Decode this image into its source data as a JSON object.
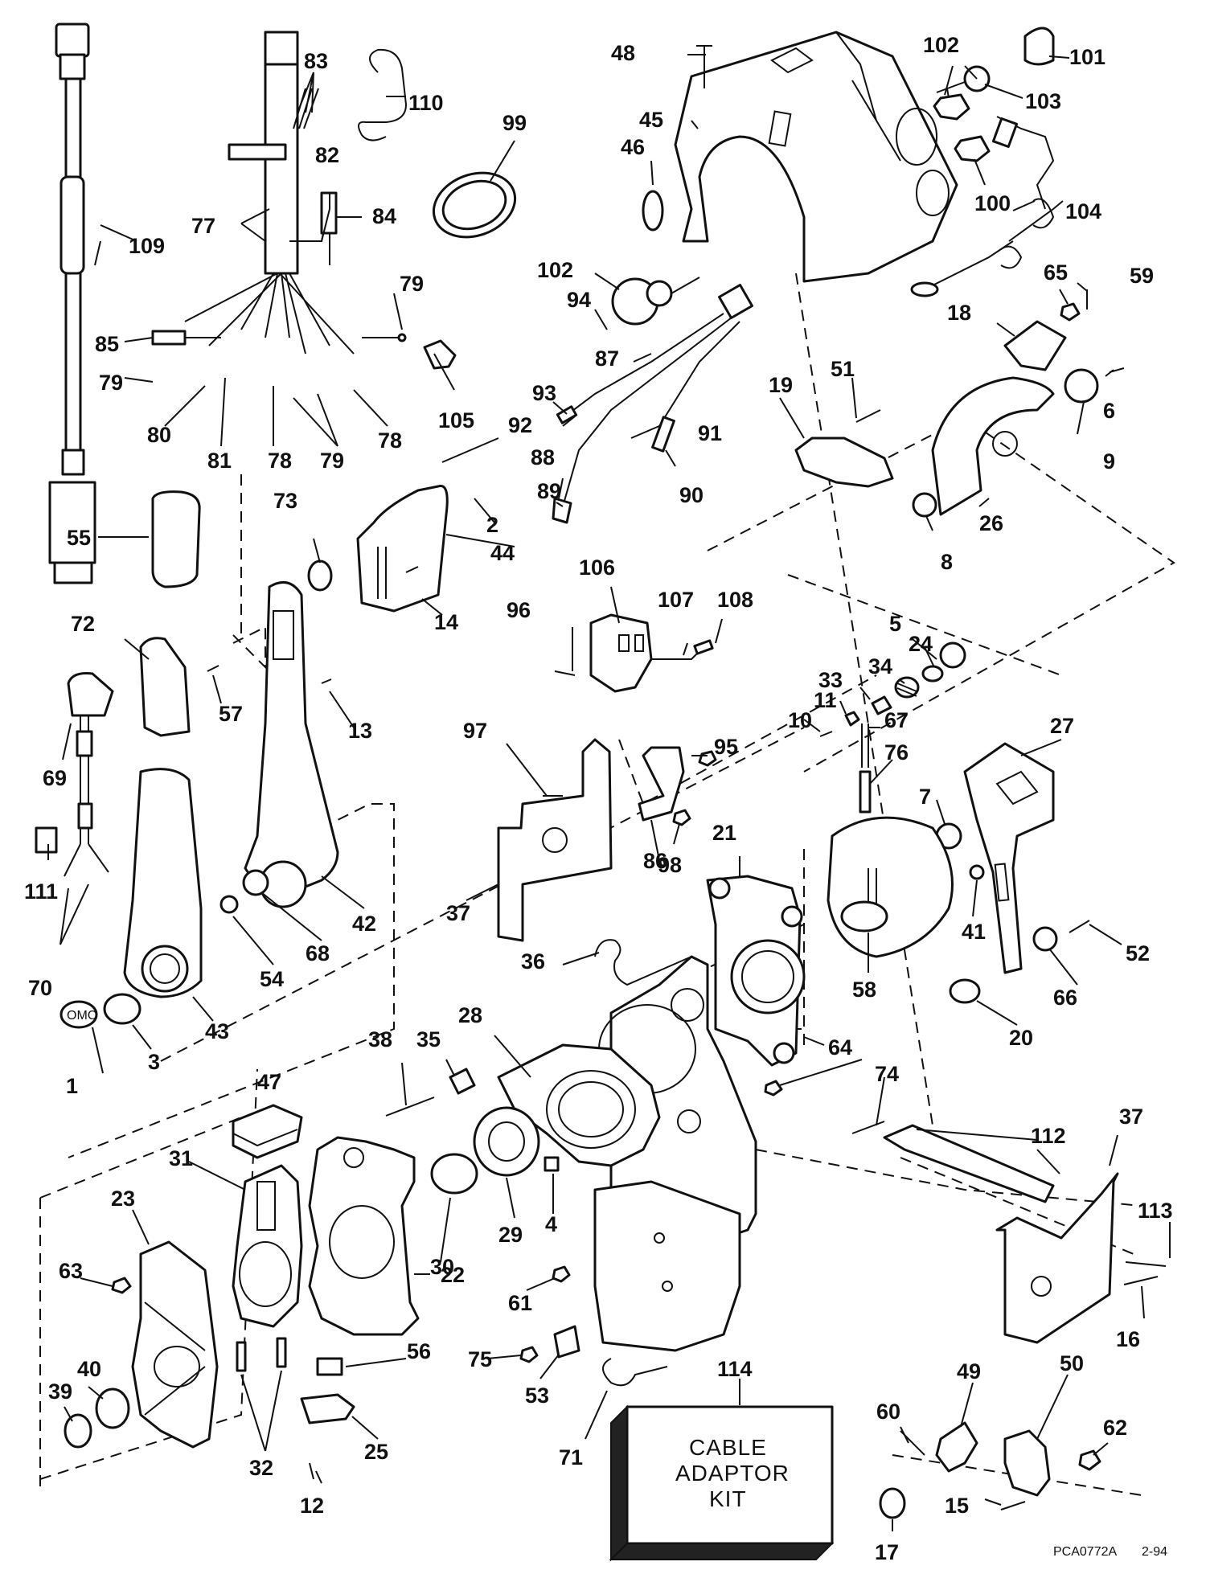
{
  "labels": [
    "1",
    "2",
    "3",
    "4",
    "5",
    "6",
    "7",
    "8",
    "9",
    "10",
    "11",
    "12",
    "13",
    "14",
    "15",
    "16",
    "17",
    "18",
    "19",
    "20",
    "21",
    "22",
    "23",
    "24",
    "25",
    "26",
    "27",
    "28",
    "29",
    "30",
    "31",
    "32",
    "33",
    "34",
    "35",
    "36",
    "37",
    "37",
    "38",
    "39",
    "40",
    "41",
    "42",
    "43",
    "44",
    "45",
    "46",
    "47",
    "48",
    "49",
    "50",
    "51",
    "52",
    "53",
    "54",
    "55",
    "56",
    "57",
    "58",
    "59",
    "60",
    "61",
    "62",
    "63",
    "64",
    "65",
    "66",
    "67",
    "68",
    "69",
    "70",
    "71",
    "72",
    "73",
    "74",
    "75",
    "76",
    "77",
    "78",
    "78",
    "79",
    "79",
    "79",
    "80",
    "81",
    "82",
    "83",
    "84",
    "85",
    "86",
    "87",
    "88",
    "89",
    "90",
    "91",
    "92",
    "93",
    "94",
    "95",
    "96",
    "97",
    "98",
    "99",
    "100",
    "101",
    "102",
    "102",
    "103",
    "104",
    "105",
    "106",
    "107",
    "108",
    "109",
    "110",
    "111",
    "112",
    "113",
    "114"
  ],
  "kit_box": {
    "line1": "CABLE",
    "line2": "ADAPTOR",
    "line3": "KIT"
  },
  "footer": {
    "drawing_code": "PCA0772A",
    "date_code": "2-94"
  },
  "logo_text": "OMC"
}
